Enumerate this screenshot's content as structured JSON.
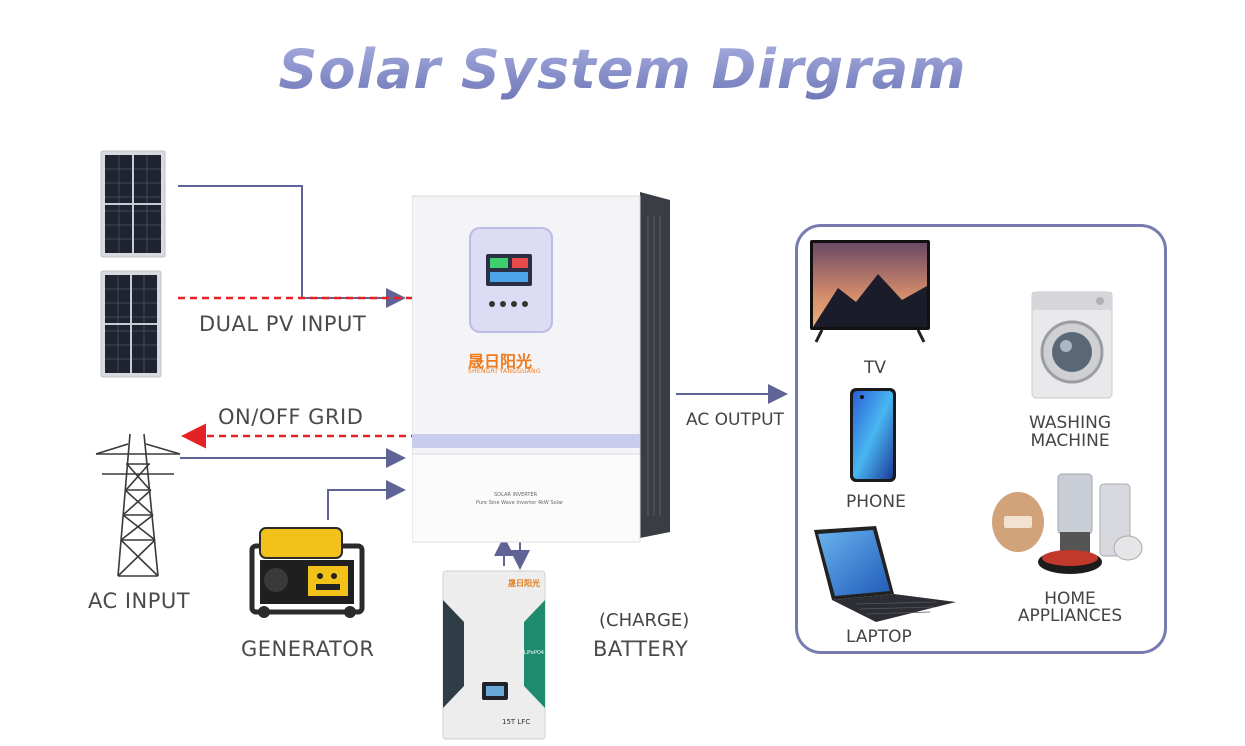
{
  "title": "Solar System  Dirgram",
  "labels": {
    "dual_pv_input": "DUAL PV INPUT",
    "on_off_grid": "ON/OFF GRID",
    "ac_input": "AC INPUT",
    "generator": "GENERATOR",
    "ac_output": "AC OUTPUT",
    "charge": "(CHARGE)",
    "battery": "BATTERY"
  },
  "inverter": {
    "brand_cn": "晟日阳光",
    "brand_en": "SHENGRI YANGGUANG",
    "panel_label": "SOLAR INVERTER",
    "panel_sublabel": "Pure Sine Wave Inverter 4kW Solar"
  },
  "battery_unit": {
    "brand_cn": "晟日阳光",
    "side_label": "LiFePO4",
    "model": "15T LFC"
  },
  "appliances": {
    "tv": "TV",
    "washing_machine_line1": "WASHING",
    "washing_machine_line2": "MACHINE",
    "phone": "PHONE",
    "laptop": "LAPTOP",
    "home_appliances_line1": "HOME",
    "home_appliances_line2": "APPLIANCES"
  },
  "colors": {
    "wire": "#5f6396",
    "grid_dash": "#e32226",
    "box_border": "#767bb0",
    "title_gradient_top": "#a9afe0",
    "title_gradient_bottom": "#6f78b8",
    "brand_orange": "#f07a1c"
  }
}
